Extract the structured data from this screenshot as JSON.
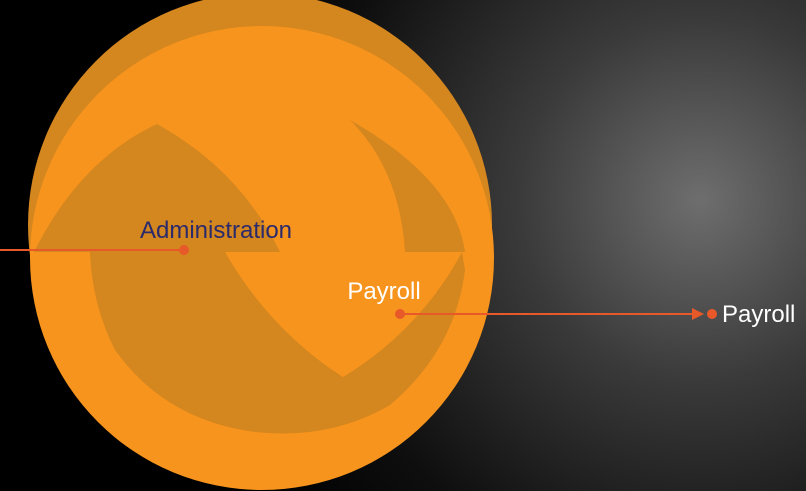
{
  "diagram": {
    "nodes": [
      {
        "id": "administration",
        "label": "Administration"
      },
      {
        "id": "payroll",
        "label": "Payroll"
      }
    ],
    "callouts": [
      {
        "label": "Payroll"
      }
    ]
  },
  "colors": {
    "orange_light": "#f7941d",
    "orange_dark": "#d4861f",
    "admin_text": "#2b2a6b",
    "payroll_text": "#ffffff",
    "callout_text": "#ffffff",
    "connector": "#e8592a"
  }
}
